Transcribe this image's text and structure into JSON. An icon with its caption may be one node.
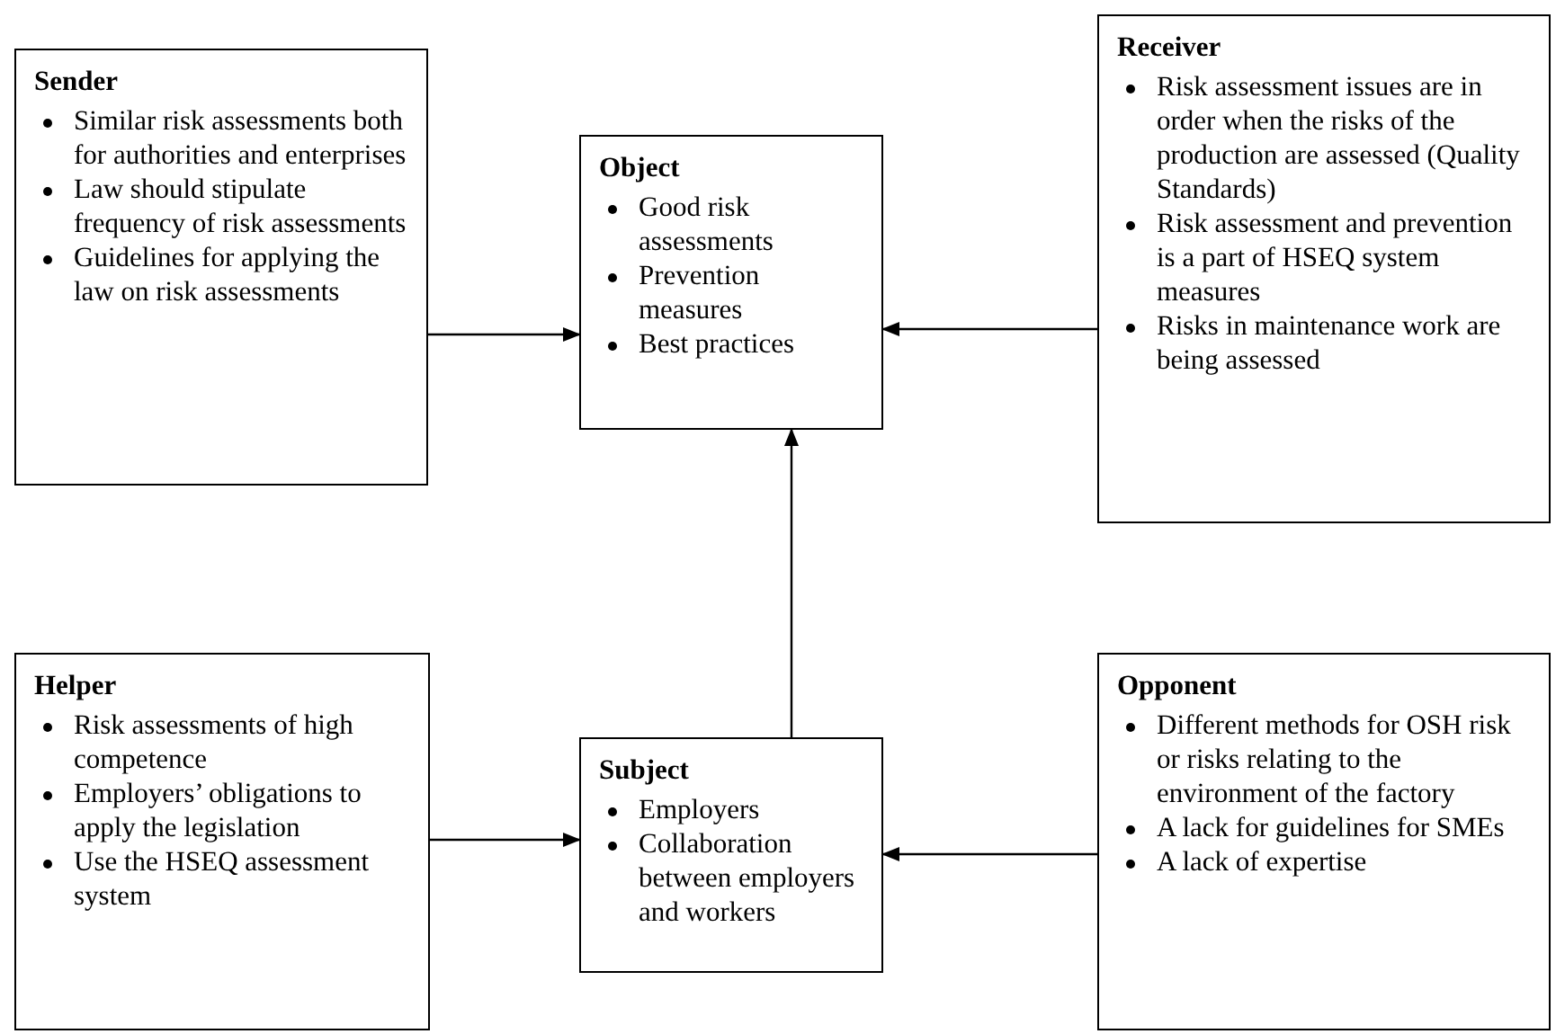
{
  "diagram": {
    "nodes": [
      {
        "text": [
          "Sender",
          "Similar risk assessments both for authorities and enterprises",
          "Law should stipulate frequency of risk assessments",
          "Guidelines for applying the law on risk assessments"
        ]
      },
      {
        "text": [
          "Object",
          "Good risk assessments",
          "Prevention measures",
          "Best practices"
        ]
      },
      {
        "text": [
          "Receiver",
          "Risk assessment issues are in order when the risks of the production are assessed (Quality Standards)",
          "Risk assessment and prevention is a part of HSEQ system measures",
          "Risks in maintenance work are being assessed"
        ]
      },
      {
        "text": [
          "Helper",
          "Risk assessments of high competence",
          "Employers’ obligations to apply the legislation",
          "Use the HSEQ assessment system"
        ]
      },
      {
        "text": [
          "Subject",
          "Employers",
          "Collaboration between employers and workers"
        ]
      },
      {
        "text": [
          "Opponent",
          "Different methods for OSH risk or risks relating to the environment of the factory",
          "A lack for guidelines for SMEs",
          "A lack of expertise"
        ]
      }
    ],
    "edges": [
      {
        "from": 0,
        "to": 1,
        "arrow": "to"
      },
      {
        "from": 2,
        "to": 1,
        "arrow": "to"
      },
      {
        "from": 4,
        "to": 1,
        "arrow": "to"
      },
      {
        "from": 3,
        "to": 4,
        "arrow": "to"
      },
      {
        "from": 5,
        "to": 4,
        "arrow": "to"
      }
    ]
  }
}
